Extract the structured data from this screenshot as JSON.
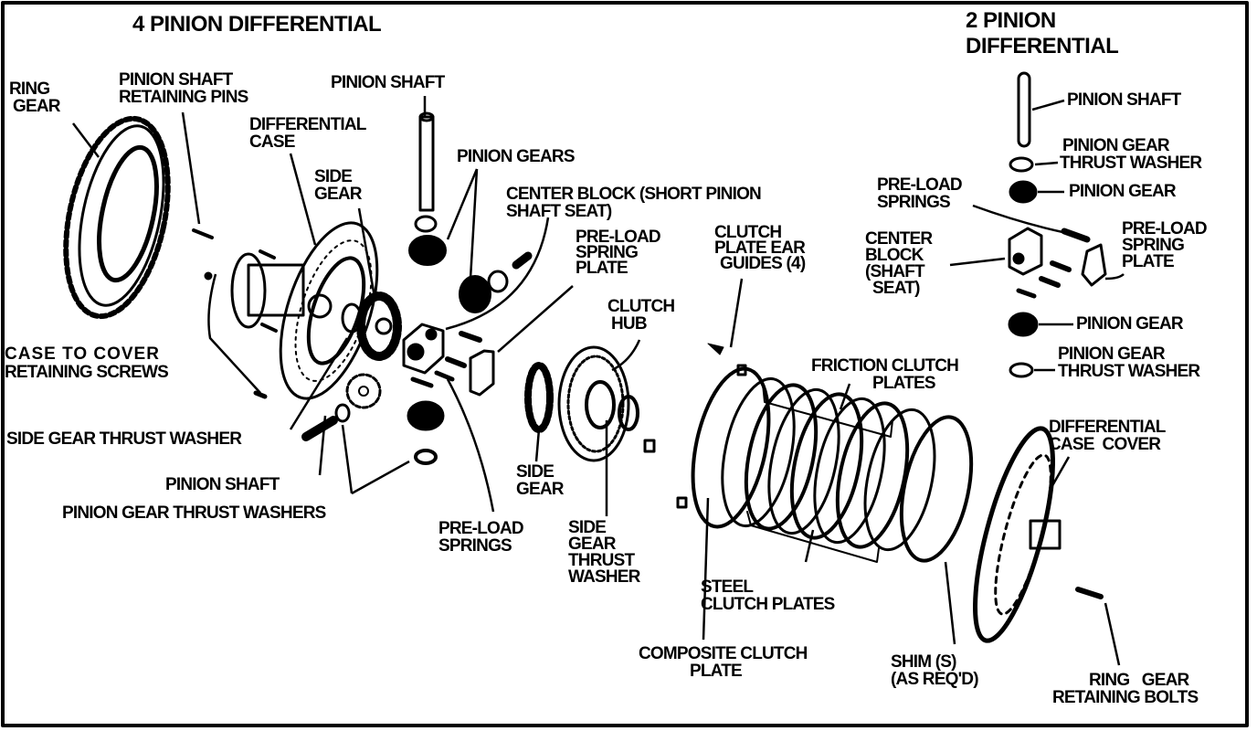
{
  "colors": {
    "ink": "#000000",
    "paper": "#ffffff"
  },
  "titles": {
    "four_pinion": "4 PINION DIFFERENTIAL",
    "two_pinion": [
      "2 PINION",
      "DIFFERENTIAL"
    ]
  },
  "four_pinion_labels": {
    "ring_gear": [
      "RING",
      "GEAR"
    ],
    "pinion_shaft_retaining_pins": [
      "PINION SHAFT",
      "RETAINING PINS"
    ],
    "pinion_shaft_top": "PINION SHAFT",
    "differential_case": [
      "DIFFERENTIAL",
      "CASE"
    ],
    "side_gear_top": [
      "SIDE",
      "GEAR"
    ],
    "pinion_gears": "PINION GEARS",
    "center_block": [
      "CENTER BLOCK (SHORT PINION",
      "SHAFT SEAT)"
    ],
    "pre_load_spring_plate": [
      "PRE-LOAD",
      "SPRING",
      "PLATE"
    ],
    "clutch_plate_ear_guides": [
      "CLUTCH",
      "PLATE EAR",
      "GUIDES (4)"
    ],
    "clutch_hub": [
      "CLUTCH",
      "HUB"
    ],
    "case_to_cover_screws": [
      "CASE TO COVER",
      "RETAINING SCREWS"
    ],
    "friction_clutch_plates": [
      "FRICTION CLUTCH",
      "PLATES"
    ],
    "side_gear_thrust_washer_left": "SIDE GEAR THRUST WASHER",
    "pinion_shaft_bottom": "PINION SHAFT",
    "pinion_gear_thrust_washers": "PINION GEAR THRUST WASHERS",
    "side_gear_bottom": [
      "SIDE",
      "GEAR"
    ],
    "pre_load_springs": [
      "PRE-LOAD",
      "SPRINGS"
    ],
    "side_gear_thrust_washer_right": [
      "SIDE",
      "GEAR",
      "THRUST",
      "WASHER"
    ],
    "steel_clutch_plates": [
      "STEEL",
      "CLUTCH PLATES"
    ],
    "composite_clutch_plate": [
      "COMPOSITE CLUTCH",
      "PLATE"
    ],
    "shims": [
      "SHIM (S)",
      "(AS REQ'D)"
    ],
    "differential_case_cover": [
      "DIFFERENTIAL",
      "CASE  COVER"
    ],
    "ring_gear_retaining_bolts": [
      "RING   GEAR",
      "RETAINING BOLTS"
    ]
  },
  "two_pinion_labels": {
    "pinion_shaft": "PINION SHAFT",
    "pinion_gear_thrust_washer_top": [
      "PINION GEAR",
      "THRUST WASHER"
    ],
    "pre_load_springs": [
      "PRE-LOAD",
      "SPRINGS"
    ],
    "pinion_gear_top": "PINION GEAR",
    "center_block": [
      "CENTER",
      "BLOCK",
      "(SHAFT",
      "SEAT)"
    ],
    "pre_load_spring_plate": [
      "PRE-LOAD",
      "SPRING",
      "PLATE"
    ],
    "pinion_gear_bottom": "PINION GEAR",
    "pinion_gear_thrust_washer_bottom": [
      "PINION GEAR",
      "THRUST WASHER"
    ]
  }
}
